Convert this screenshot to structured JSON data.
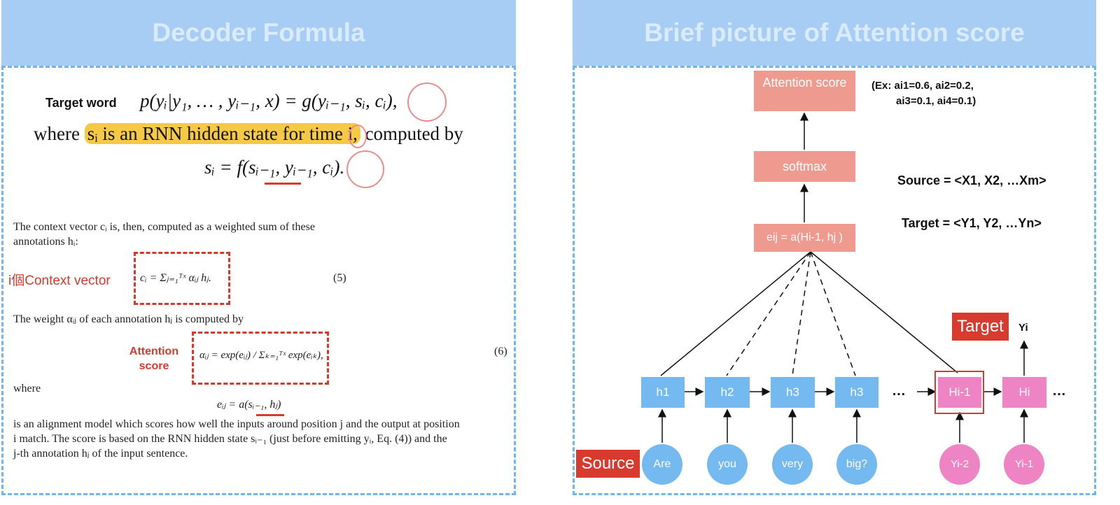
{
  "left": {
    "header": "Decoder Formula",
    "target_word_label": "Target word",
    "eq1": "p(yᵢ|y₁, … , yᵢ₋₁, x) = g(yᵢ₋₁, sᵢ, cᵢ),",
    "where_prefix": "where",
    "where_highlight": "sᵢ is an RNN hidden state for time i,",
    "where_suffix": "computed by",
    "eq2": "sᵢ = f(sᵢ₋₁, yᵢ₋₁, cᵢ).",
    "context_text_1": "The context vector cᵢ is, then, computed as a weighted sum of these",
    "context_text_2": "annotations hᵢ:",
    "context_label": "i個Context vector",
    "eq5": "cᵢ = Σⱼ₌₁ᵀˣ αᵢⱼ hⱼ.",
    "eq5_num": "(5)",
    "weight_text": "The weight αᵢⱼ of each annotation hⱼ is computed by",
    "attention_label_1": "Attention",
    "attention_label_2": "score",
    "eq6": "αᵢⱼ = exp(eᵢⱼ) / Σₖ₌₁ᵀˣ exp(eᵢₖ),",
    "eq6_num": "(6)",
    "where_text": "where",
    "eq_e": "eᵢⱼ = a(sᵢ₋₁, hⱼ)",
    "align_1": "is an alignment model which scores how well the inputs around position j and the output at position",
    "align_2": "i match. The score is based on the RNN hidden state sᵢ₋₁ (just before emitting yᵢ, Eq. (4)) and the",
    "align_3": "j-th annotation hⱼ of the input sentence."
  },
  "right": {
    "header": "Brief picture of Attention score",
    "attention_box": "Attention score",
    "softmax_box": "softmax",
    "eij_box": "eij = a(Hi-1, hj )",
    "example_1": "(Ex: ai1=0.6, ai2=0.2,",
    "example_2": "ai3=0.1, ai4=0.1)",
    "source_def": "Source = <X1, X2, …Xm>",
    "target_def": "Target = <Y1, Y2, …Yn>",
    "target_tag": "Target",
    "yi_label": "Yi",
    "source_tag": "Source",
    "ellipsis": "…",
    "hidden_nodes": [
      "h1",
      "h2",
      "h3",
      "h3"
    ],
    "decoder_nodes": [
      "Hi-1",
      "Hi"
    ],
    "input_words": [
      "Are",
      "you",
      "very",
      "big?"
    ],
    "decoder_inputs": [
      "Yi-2",
      "Yi-1"
    ]
  },
  "colors": {
    "header_bg": "#a7cdf5",
    "highlight": "#f5c945",
    "accent_red": "#d93a2e",
    "salmon": "#ef9a8f",
    "blue_node": "#74b9f0",
    "pink_node": "#ef84c4"
  }
}
